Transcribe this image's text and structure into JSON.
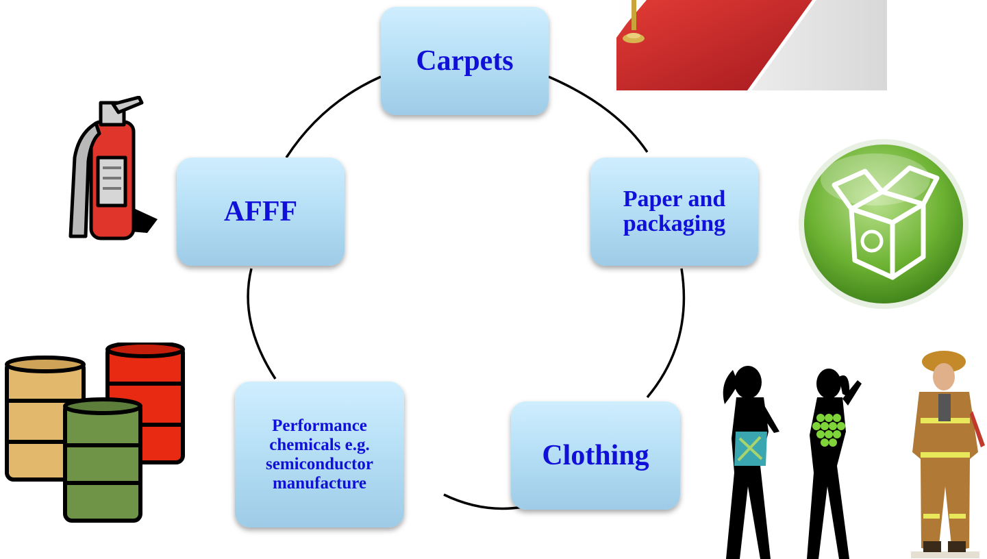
{
  "diagram": {
    "type": "cycle",
    "nodes": [
      {
        "id": "carpets",
        "label": "Carpets"
      },
      {
        "id": "paper",
        "label": "Paper and packaging"
      },
      {
        "id": "clothing",
        "label": "Clothing"
      },
      {
        "id": "performance",
        "label": "Performance chemicals e.g. semiconductor manufacture"
      },
      {
        "id": "afff",
        "label": "AFFF"
      }
    ],
    "colors": {
      "node_text": "#1010d8",
      "node_fill_top": "#cfeefe",
      "node_fill_bottom": "#9ecbe7",
      "ring_stroke": "#000000"
    }
  },
  "illustrations": [
    {
      "name": "red-carpet-image"
    },
    {
      "name": "recycle-box-icon"
    },
    {
      "name": "people-silhouettes-image"
    },
    {
      "name": "firefighter-image"
    },
    {
      "name": "chemical-barrels-image"
    },
    {
      "name": "fire-extinguisher-icon"
    }
  ]
}
